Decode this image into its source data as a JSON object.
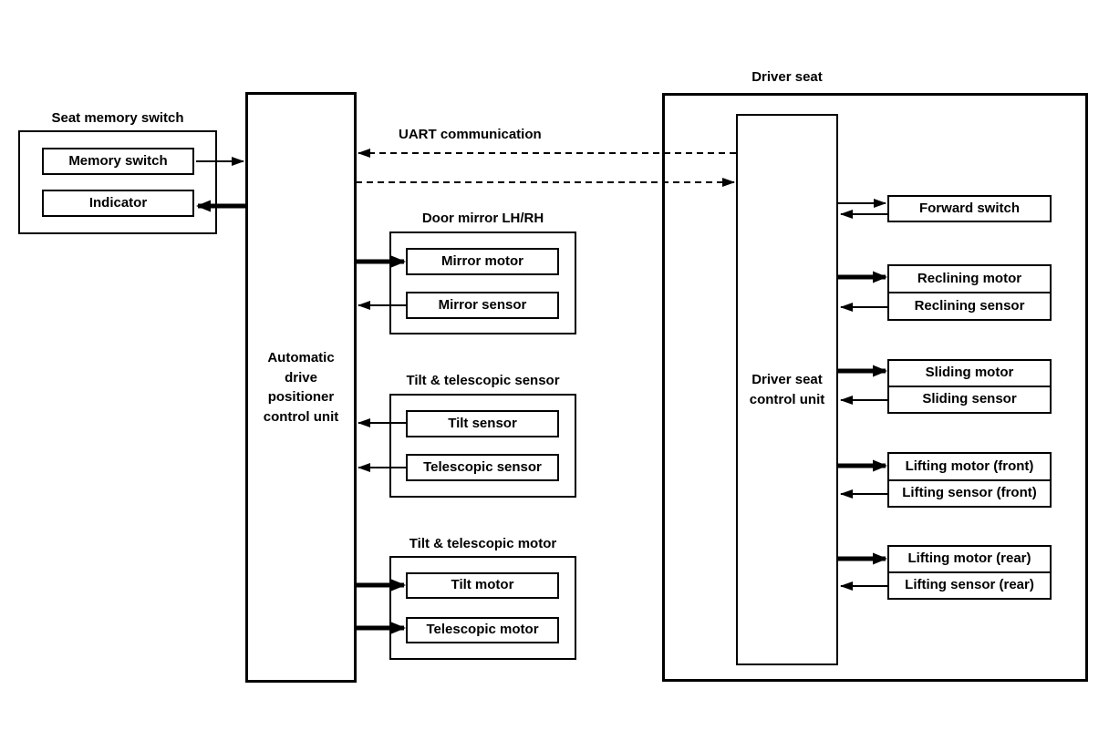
{
  "colors": {
    "line": "#000000",
    "background": "#ffffff",
    "text": "#000000"
  },
  "seat_memory_switch": {
    "title": "Seat memory switch",
    "memory_switch": "Memory switch",
    "indicator": "Indicator"
  },
  "adp_unit": {
    "label": "Automatic drive positioner control unit",
    "line1": "Automatic",
    "line2": "drive",
    "line3": "positioner",
    "line4": "control unit"
  },
  "uart": {
    "label": "UART communication"
  },
  "door_mirror": {
    "title": "Door mirror LH/RH",
    "mirror_motor": "Mirror motor",
    "mirror_sensor": "Mirror sensor"
  },
  "tilt_telescopic_sensor": {
    "title": "Tilt & telescopic sensor",
    "tilt_sensor": "Tilt sensor",
    "telescopic_sensor": "Telescopic sensor"
  },
  "tilt_telescopic_motor": {
    "title": "Tilt & telescopic motor",
    "tilt_motor": "Tilt motor",
    "telescopic_motor": "Telescopic motor"
  },
  "driver_seat": {
    "title": "Driver seat",
    "control_unit_label": "Driver seat control unit",
    "control_unit_line1": "Driver seat",
    "control_unit_line2": "control unit",
    "forward_switch": "Forward switch",
    "reclining_motor": "Reclining motor",
    "reclining_sensor": "Reclining sensor",
    "sliding_motor": "Sliding motor",
    "sliding_sensor": "Sliding sensor",
    "lifting_motor_front": "Lifting motor (front)",
    "lifting_sensor_front": "Lifting sensor (front)",
    "lifting_motor_rear": "Lifting motor (rear)",
    "lifting_sensor_rear": "Lifting sensor (rear)"
  }
}
